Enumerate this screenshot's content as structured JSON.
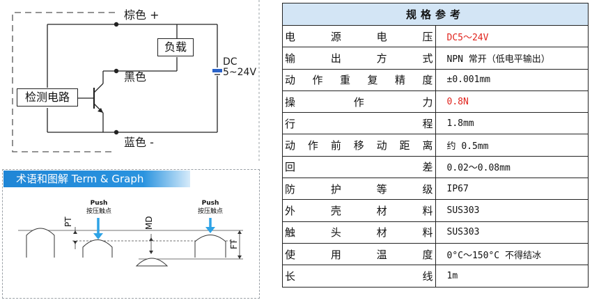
{
  "circuit": {
    "brown_label": "棕色 +",
    "black_label": "黑色",
    "blue_label": "蓝色 -",
    "load_label": "负载",
    "detect_label": "检测电路",
    "dc_label": "DC",
    "voltage_label": "5~24V"
  },
  "terms": {
    "title": "术语和图解 Term & Graph",
    "push_1": "Push",
    "press_1": "按压触点",
    "push_2": "Push",
    "press_2": "按压触点",
    "pt": "PT",
    "md": "MD",
    "ft": "FT"
  },
  "spec": {
    "title": "规格参考",
    "rows": [
      {
        "key": "电源电压",
        "value": "DC5～24V",
        "red": true
      },
      {
        "key": "输出方式",
        "value": "NPN 常开（低电平输出）",
        "red": false
      },
      {
        "key": "动作重复精度",
        "value": "±0.001mm",
        "red": false
      },
      {
        "key": "操作力",
        "value": "0.8N",
        "red": true
      },
      {
        "key": "行程",
        "value": "1.8mm",
        "red": false
      },
      {
        "key": "动作前移动距离",
        "value": "约 0.5mm",
        "red": false
      },
      {
        "key": "回差",
        "value": "0.02～0.08mm",
        "red": false
      },
      {
        "key": "防护等级",
        "value": "IP67",
        "red": false
      },
      {
        "key": "外壳材料",
        "value": "SUS303",
        "red": false
      },
      {
        "key": "触头材料",
        "value": "SUS303",
        "red": false
      },
      {
        "key": "使用温度",
        "value": "0°C～150°C 不得结冰",
        "red": false
      },
      {
        "key": "长线",
        "value": "1m",
        "red": false
      }
    ]
  },
  "colors": {
    "banner_blue": "#1f86d6",
    "table_header_bg": "#d3e5f5",
    "highlight_red": "#e0231c",
    "arrow_blue": "#2ea3e6"
  }
}
